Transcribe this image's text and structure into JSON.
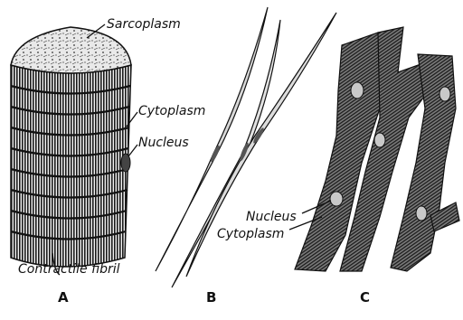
{
  "figure": {
    "panels": {
      "a": {
        "letter": "A",
        "labels": {
          "sarcoplasm": "Sarcoplasm",
          "cytoplasm": "Cytoplasm",
          "nucleus": "Nucleus",
          "contractile_fibril": "Contractile fibril"
        }
      },
      "b": {
        "letter": "B"
      },
      "c": {
        "letter": "C",
        "labels": {
          "nucleus": "Nucleus",
          "cytoplasm": "Cytoplasm"
        }
      }
    }
  }
}
